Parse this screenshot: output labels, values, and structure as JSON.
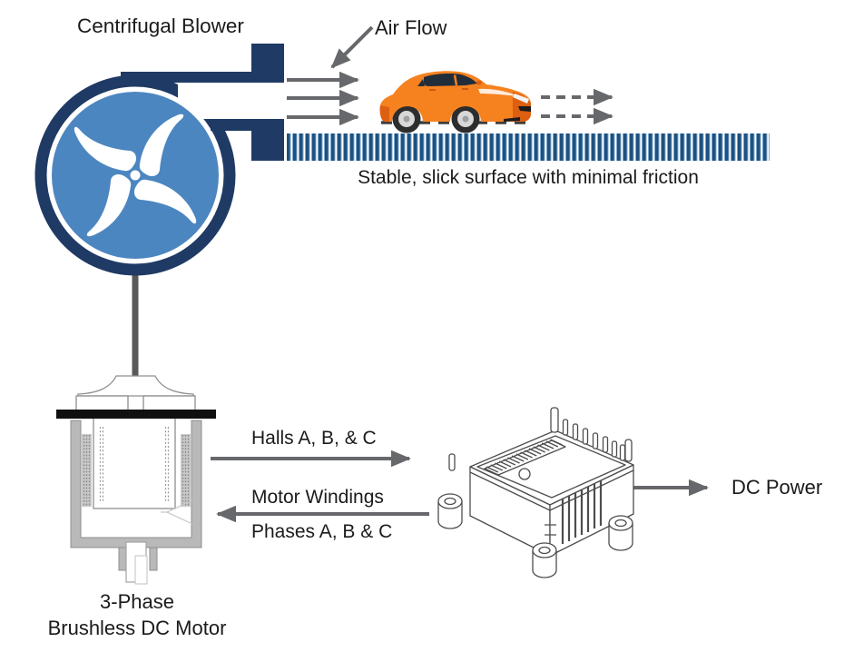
{
  "labels": {
    "blower_title": "Centrifugal Blower",
    "air_flow": "Air Flow",
    "surface_caption": "Stable, slick surface with minimal friction",
    "halls_signal": "Halls A, B, & C",
    "motor_windings": "Motor Windings",
    "phases": "Phases A, B & C",
    "dc_power": "DC Power",
    "motor_caption_line1": "3-Phase",
    "motor_caption_line2": "Brushless DC Motor"
  },
  "colors": {
    "navy": "#1f3a64",
    "blue": "#4c86c0",
    "hatchdark": "#1d5180",
    "hatchlight": "#82a9cc",
    "arrow": "#67686b",
    "metal": "#b9b9b9",
    "metalline": "#8f8f8f",
    "lineart": "#4d4d4d",
    "flange": "#101010",
    "shaftgray": "#58595b",
    "orange": "#f6821f",
    "orangedark": "#dd5f12",
    "carwindow": "#222d3a",
    "tire": "#2d2d2d",
    "rim": "#d8d8d8",
    "ground": "#3f3f3f",
    "ink": "#1b1b1b"
  }
}
